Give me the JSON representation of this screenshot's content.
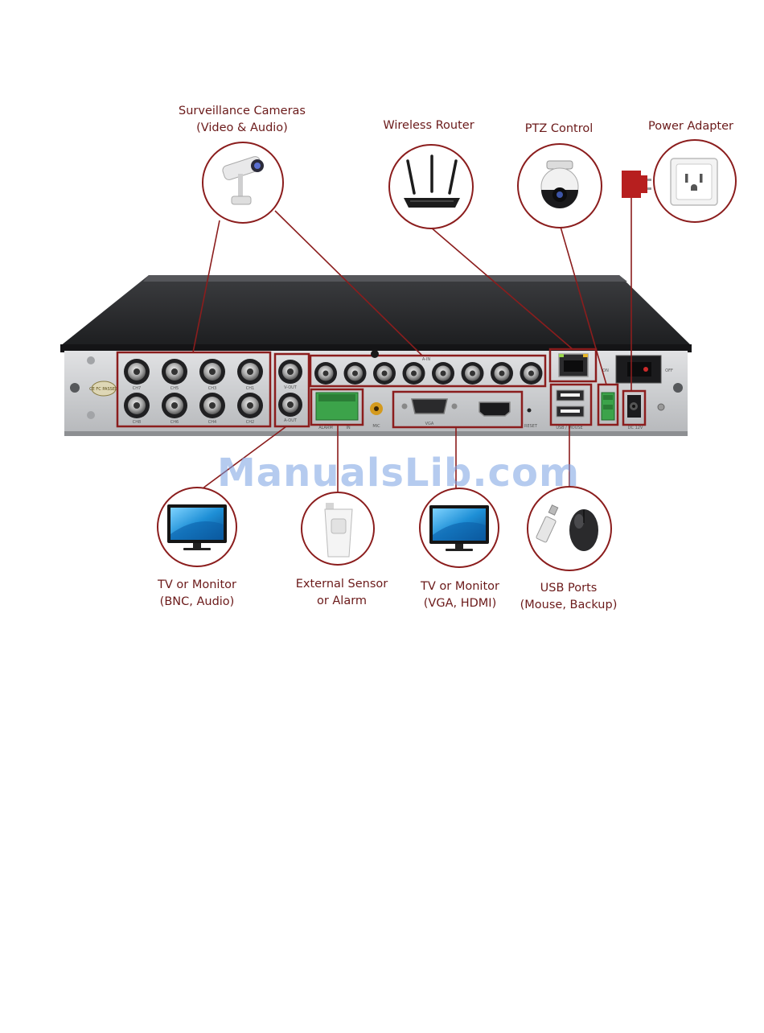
{
  "colors": {
    "accent": "#7a1f1f",
    "device_body": "#2c2c2e",
    "panel": "#c9cbcd",
    "label_text": "#6b1a1a",
    "watermark": "#7aa0e1"
  },
  "labels": {
    "cameras": {
      "line1": "Surveillance Cameras",
      "line2": "(Video & Audio)"
    },
    "router": {
      "line1": "Wireless Router"
    },
    "ptz": {
      "line1": "PTZ Control"
    },
    "power": {
      "line1": "Power Adapter"
    },
    "tv_bnc": {
      "line1": "TV or Monitor",
      "line2": "(BNC, Audio)"
    },
    "sensor": {
      "line1": "External Sensor",
      "line2": "or Alarm"
    },
    "tv_vga": {
      "line1": "TV or Monitor",
      "line2": "(VGA, HDMI)"
    },
    "usb": {
      "line1": "USB Ports",
      "line2": "(Mouse, Backup)"
    }
  },
  "panel_text": {
    "ch_top": [
      "CH7",
      "CH5",
      "CH3",
      "CH1"
    ],
    "ch_bottom": [
      "CH8",
      "CH6",
      "CH4",
      "CH2"
    ],
    "vout": "V-OUT",
    "aout": "A-OUT",
    "ain": "A-IN",
    "alarm": "ALARM",
    "in": "IN",
    "mic": "MIC",
    "vga": "VGA",
    "reset": "RESET",
    "usb_mouse": "USB / MOUSE",
    "on": "ON",
    "off": "OFF",
    "dc": "DC 12V",
    "ce": "CE FC PASSED"
  },
  "icons": [
    "camera-icon",
    "router-icon",
    "ptz-camera-icon",
    "wall-outlet-icon",
    "power-plug-icon",
    "monitor-icon",
    "motion-sensor-icon",
    "usb-drive-icon",
    "mouse-icon"
  ],
  "watermark": "ManualsLib.com"
}
